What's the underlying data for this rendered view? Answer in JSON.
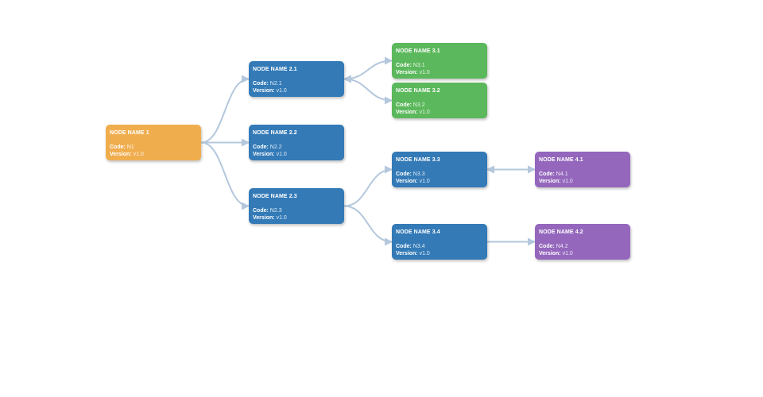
{
  "labels": {
    "code": "Code:",
    "version": "Version:"
  },
  "colors": {
    "link": "#b3c7dd",
    "orange": "#f0ad4e",
    "blue": "#337ab7",
    "green": "#5cb85c",
    "purple": "#9467bd"
  },
  "nodes": [
    {
      "id": "n1",
      "title": "NODE NAME 1",
      "code": "N1",
      "version": "v1.0",
      "color": "orange"
    },
    {
      "id": "n21",
      "title": "NODE NAME 2.1",
      "code": "N2.1",
      "version": "v1.0",
      "color": "blue"
    },
    {
      "id": "n22",
      "title": "NODE NAME 2.2",
      "code": "N2.2",
      "version": "v1.0",
      "color": "blue"
    },
    {
      "id": "n23",
      "title": "NODE NAME 2.3",
      "code": "N2.3",
      "version": "v1.0",
      "color": "blue"
    },
    {
      "id": "n31",
      "title": "NODE NAME 3.1",
      "code": "N3.1",
      "version": "v1.0",
      "color": "green"
    },
    {
      "id": "n32",
      "title": "NODE NAME 3.2",
      "code": "N3.2",
      "version": "v1.0",
      "color": "green"
    },
    {
      "id": "n33",
      "title": "NODE NAME 3.3",
      "code": "N3.3",
      "version": "v1.0",
      "color": "blue"
    },
    {
      "id": "n34",
      "title": "NODE NAME 3.4",
      "code": "N3.4",
      "version": "v1.0",
      "color": "blue"
    },
    {
      "id": "n41",
      "title": "NODE NAME 4.1",
      "code": "N4.1",
      "version": "v1.0",
      "color": "purple"
    },
    {
      "id": "n42",
      "title": "NODE NAME 4.2",
      "code": "N4.2",
      "version": "v1.0",
      "color": "purple"
    }
  ],
  "links": [
    {
      "from": "n1",
      "to": "n21",
      "arrow": "end"
    },
    {
      "from": "n1",
      "to": "n22",
      "arrow": "end"
    },
    {
      "from": "n1",
      "to": "n23",
      "arrow": "end"
    },
    {
      "from": "n21",
      "to": "n31",
      "arrow": "both"
    },
    {
      "from": "n21",
      "to": "n32",
      "arrow": "both"
    },
    {
      "from": "n23",
      "to": "n33",
      "arrow": "end"
    },
    {
      "from": "n23",
      "to": "n34",
      "arrow": "end"
    },
    {
      "from": "n33",
      "to": "n41",
      "arrow": "both"
    },
    {
      "from": "n34",
      "to": "n42",
      "arrow": "end"
    }
  ]
}
